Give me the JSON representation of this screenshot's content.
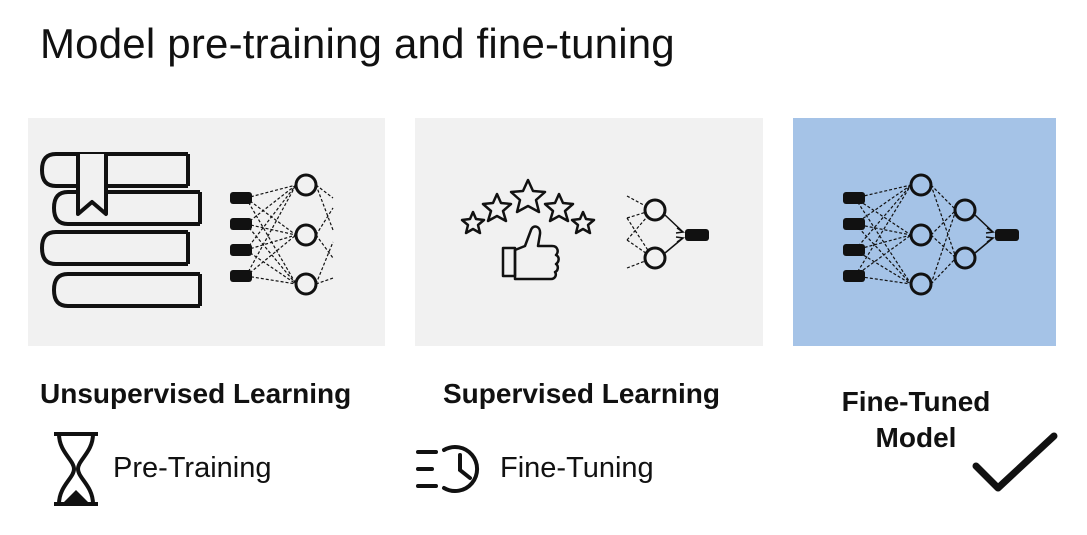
{
  "title": "Model pre-training and fine-tuning",
  "panels": [
    {
      "label": "Unsupervised Learning",
      "stage": "Pre-Training",
      "background": "#f1f1f1",
      "icons": [
        "books-icon",
        "neural-network-icon",
        "hourglass-icon"
      ]
    },
    {
      "label": "Supervised Learning",
      "stage": "Fine-Tuning",
      "background": "#f1f1f1",
      "icons": [
        "stars-thumbs-up-icon",
        "neural-network-output-icon",
        "clock-fast-icon"
      ]
    },
    {
      "label": "Fine-Tuned Model",
      "background": "#a5c3e7",
      "icons": [
        "neural-network-icon",
        "checkmark-icon"
      ]
    }
  ]
}
